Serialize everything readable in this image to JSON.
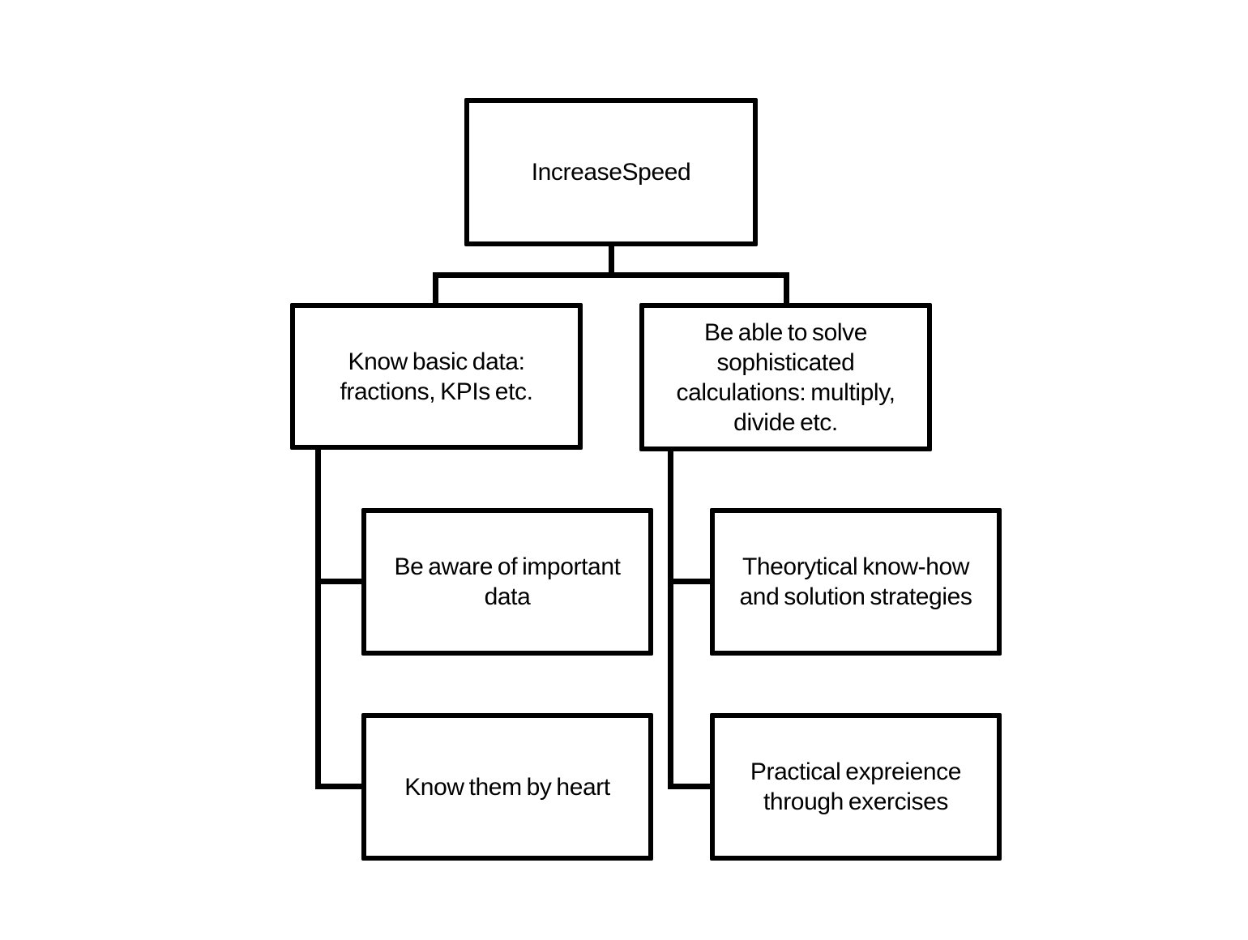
{
  "diagram": {
    "type": "hierarchy-tree",
    "background_color": "#ffffff",
    "node_border_color": "#000000",
    "node_fill_color": "#ffffff",
    "text_color": "#000000",
    "nodes": {
      "root": {
        "lines": [
          "IncreaseSpeed"
        ]
      },
      "branch_left": {
        "lines": [
          "Know basic data:",
          "fractions, KPIs etc."
        ]
      },
      "branch_right": {
        "lines": [
          "Be able to solve",
          "sophisticated",
          "calculations: multiply,",
          "divide etc."
        ]
      },
      "left_child_1": {
        "lines": [
          "Be aware of important",
          "data"
        ]
      },
      "left_child_2": {
        "lines": [
          "Know them by heart"
        ]
      },
      "right_child_1": {
        "lines": [
          "Theorytical know-how",
          "and solution strategies"
        ]
      },
      "right_child_2": {
        "lines": [
          "Practical expreience",
          "through exercises"
        ]
      }
    }
  }
}
